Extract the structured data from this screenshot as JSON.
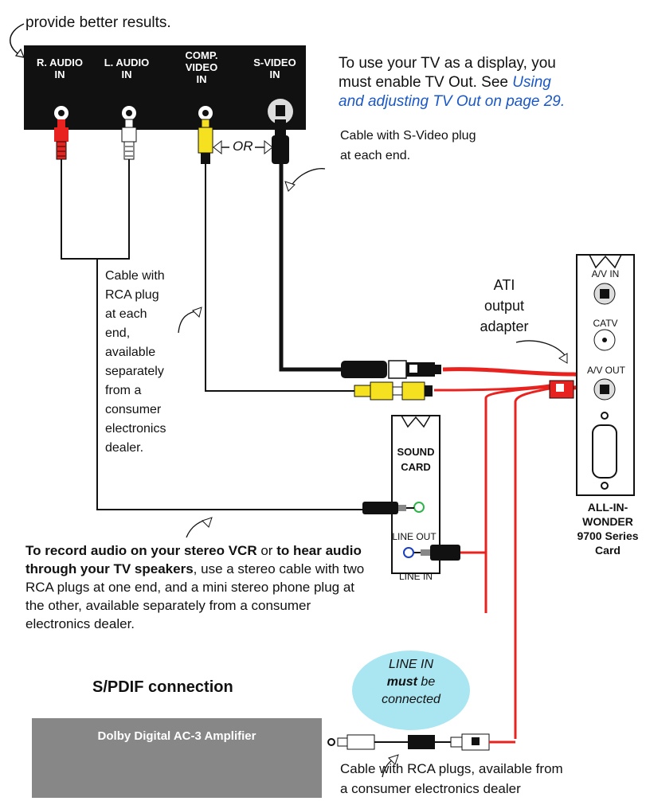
{
  "intro": {
    "line2": "provide better results."
  },
  "tv_panel": {
    "jacks": [
      {
        "label_line1": "R. AUDIO",
        "label_line2": "IN"
      },
      {
        "label_line1": "L. AUDIO",
        "label_line2": "IN"
      },
      {
        "label_line1": "COMP.",
        "label_line2": "VIDEO",
        "label_line3": "IN"
      },
      {
        "label_line1": "S-VIDEO",
        "label_line2": "IN"
      }
    ],
    "or_label": "OR"
  },
  "tv_out_note": {
    "line1": "To use your TV as a display, you",
    "line2": "must enable TV Out.  See",
    "link_line1": "Using",
    "link_line2": "and adjusting TV Out on page 29."
  },
  "svideo_cable_note": {
    "line1": "Cable with S-Video plug",
    "line2": "at each end."
  },
  "rca_cable_note": {
    "lines": [
      "Cable with",
      "RCA plug",
      "at each",
      "end,",
      "available",
      "separately",
      "from a",
      "consumer",
      "electronics",
      "dealer."
    ]
  },
  "ati_adapter": {
    "lines": [
      "ATI",
      "output",
      "adapter"
    ]
  },
  "aiw_card": {
    "ports": [
      "A/V IN",
      "CATV",
      "A/V OUT"
    ],
    "name_lines": [
      "ALL-IN-",
      "WONDER",
      "9700 Series",
      "Card"
    ]
  },
  "sound_card": {
    "title_line1": "SOUND",
    "title_line2": "CARD",
    "line_out": "LINE OUT",
    "line_in": "LINE IN"
  },
  "record_note": {
    "bold1": "To record audio on your stereo VCR",
    "mid": " or ",
    "bold2": "to hear audio through your TV speakers",
    "rest": ", use a stereo cable with two RCA plugs at one end, and a mini stereo phone plug at the other, available separately from a consumer electronics dealer."
  },
  "line_in_callout": {
    "line1": "LINE IN",
    "must": "must",
    "be": " be",
    "line3": "connected"
  },
  "spdif": {
    "heading": "S/PDIF connection",
    "amplifier": "Dolby Digital AC-3 Amplifier"
  },
  "rca_plugs_note": {
    "line1": "Cable with RCA plugs, available from",
    "line2": "a consumer electronics dealer"
  },
  "colors": {
    "red_cable": "#e8231f",
    "yellow_plug": "#f5e11f",
    "panel": "#111111",
    "callout": "#a9e6f2",
    "amplifier": "#878787",
    "link": "#1a57c9",
    "green_jack": "#2fb34a"
  }
}
